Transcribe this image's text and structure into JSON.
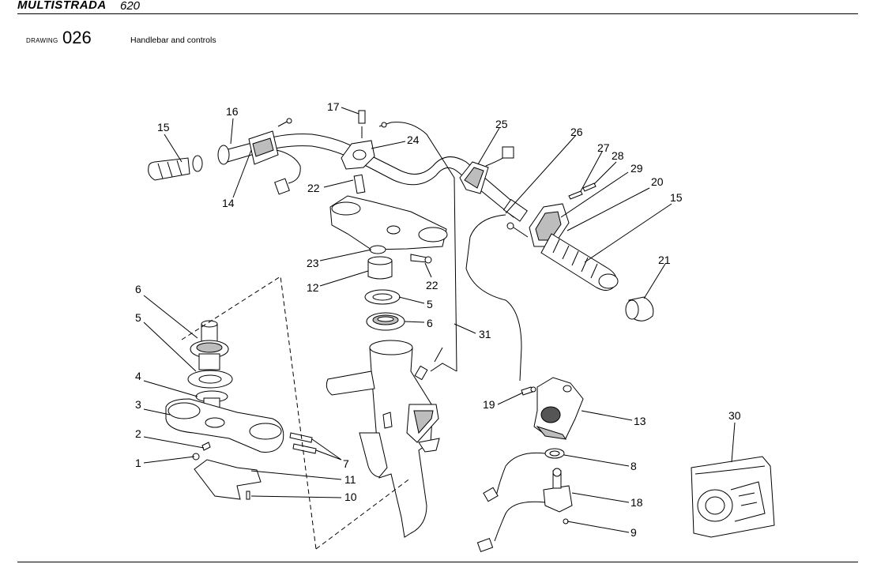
{
  "header": {
    "brand": "MULTISTRADA",
    "model": "620"
  },
  "drawing": {
    "label": "DRAWING",
    "number": "026",
    "title": "Handlebar and controls"
  },
  "callouts": {
    "c15a": "15",
    "c16": "16",
    "c14": "14",
    "c17": "17",
    "c24": "24",
    "c22a": "22",
    "c25": "25",
    "c26": "26",
    "c27": "27",
    "c28": "28",
    "c29": "29",
    "c20": "20",
    "c15b": "15",
    "c21": "21",
    "c23": "23",
    "c12": "12",
    "c22b": "22",
    "c5a": "5",
    "c6a": "6",
    "c31": "31",
    "c6b": "6",
    "c5b": "5",
    "c4": "4",
    "c3": "3",
    "c2": "2",
    "c1": "1",
    "c7": "7",
    "c11": "11",
    "c10": "10",
    "c19": "19",
    "c13": "13",
    "c8": "8",
    "c18": "18",
    "c9": "9",
    "c30": "30"
  }
}
